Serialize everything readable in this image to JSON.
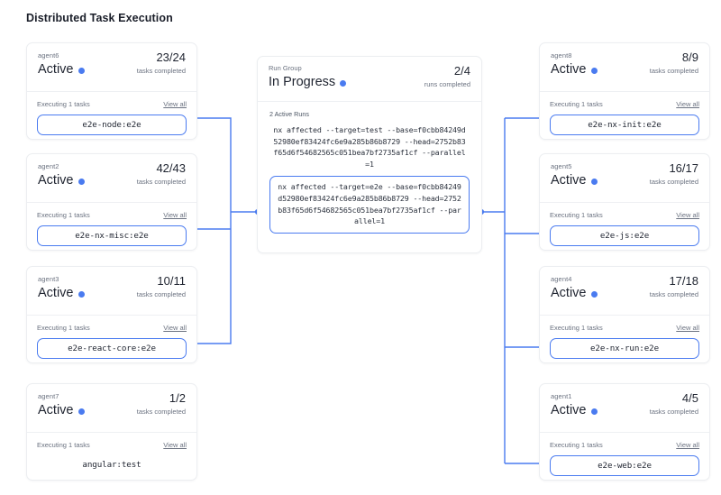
{
  "page": {
    "title": "Distributed Task Execution"
  },
  "theme": {
    "accent": "#4a7bf0",
    "card_border": "#eceef1",
    "text": "#1f2430",
    "muted": "#6b7280"
  },
  "labels": {
    "executing": "Executing 1 tasks",
    "view_all": "View all",
    "tasks_completed": "tasks completed",
    "runs_completed": "runs completed",
    "status_active": "Active"
  },
  "run_group": {
    "label": "Run Group",
    "status": "In Progress",
    "count": "2/4",
    "count_sub": "runs completed",
    "active_runs_label": "2 Active Runs",
    "runs": [
      {
        "command": "nx affected --target=test --base=f0cbb84249d52980ef83424fc6e9a285b86b8729 --head=2752b83f65d6f54682565c051bea7bf2735af1cf --parallel=1",
        "highlighted": false
      },
      {
        "command": "nx affected --target=e2e --base=f0cbb84249d52980ef83424fc6e9a285b86b8729 --head=2752b83f65d6f54682565c051bea7bf2735af1cf --parallel=1",
        "highlighted": true
      }
    ]
  },
  "left_agents": [
    {
      "name": "agent6",
      "status": "Active",
      "count": "23/24",
      "count_sub": "tasks completed",
      "executing": "Executing 1 tasks",
      "view_all": "View all",
      "task": "e2e-node:e2e",
      "bordered": true
    },
    {
      "name": "agent2",
      "status": "Active",
      "count": "42/43",
      "count_sub": "tasks completed",
      "executing": "Executing 1 tasks",
      "view_all": "View all",
      "task": "e2e-nx-misc:e2e",
      "bordered": true
    },
    {
      "name": "agent3",
      "status": "Active",
      "count": "10/11",
      "count_sub": "tasks completed",
      "executing": "Executing 1 tasks",
      "view_all": "View all",
      "task": "e2e-react-core:e2e",
      "bordered": true
    },
    {
      "name": "agent7",
      "status": "Active",
      "count": "1/2",
      "count_sub": "tasks completed",
      "executing": "Executing 1 tasks",
      "view_all": "View all",
      "task": "angular:test",
      "bordered": false
    }
  ],
  "right_agents": [
    {
      "name": "agent8",
      "status": "Active",
      "count": "8/9",
      "count_sub": "tasks completed",
      "executing": "Executing 1 tasks",
      "view_all": "View all",
      "task": "e2e-nx-init:e2e",
      "bordered": true
    },
    {
      "name": "agent5",
      "status": "Active",
      "count": "16/17",
      "count_sub": "tasks completed",
      "executing": "Executing 1 tasks",
      "view_all": "View all",
      "task": "e2e-js:e2e",
      "bordered": true
    },
    {
      "name": "agent4",
      "status": "Active",
      "count": "17/18",
      "count_sub": "tasks completed",
      "executing": "Executing 1 tasks",
      "view_all": "View all",
      "task": "e2e-nx-run:e2e",
      "bordered": true
    },
    {
      "name": "agent1",
      "status": "Active",
      "count": "4/5",
      "count_sub": "tasks completed",
      "executing": "Executing 1 tasks",
      "view_all": "View all",
      "task": "e2e-web:e2e",
      "bordered": true
    }
  ]
}
